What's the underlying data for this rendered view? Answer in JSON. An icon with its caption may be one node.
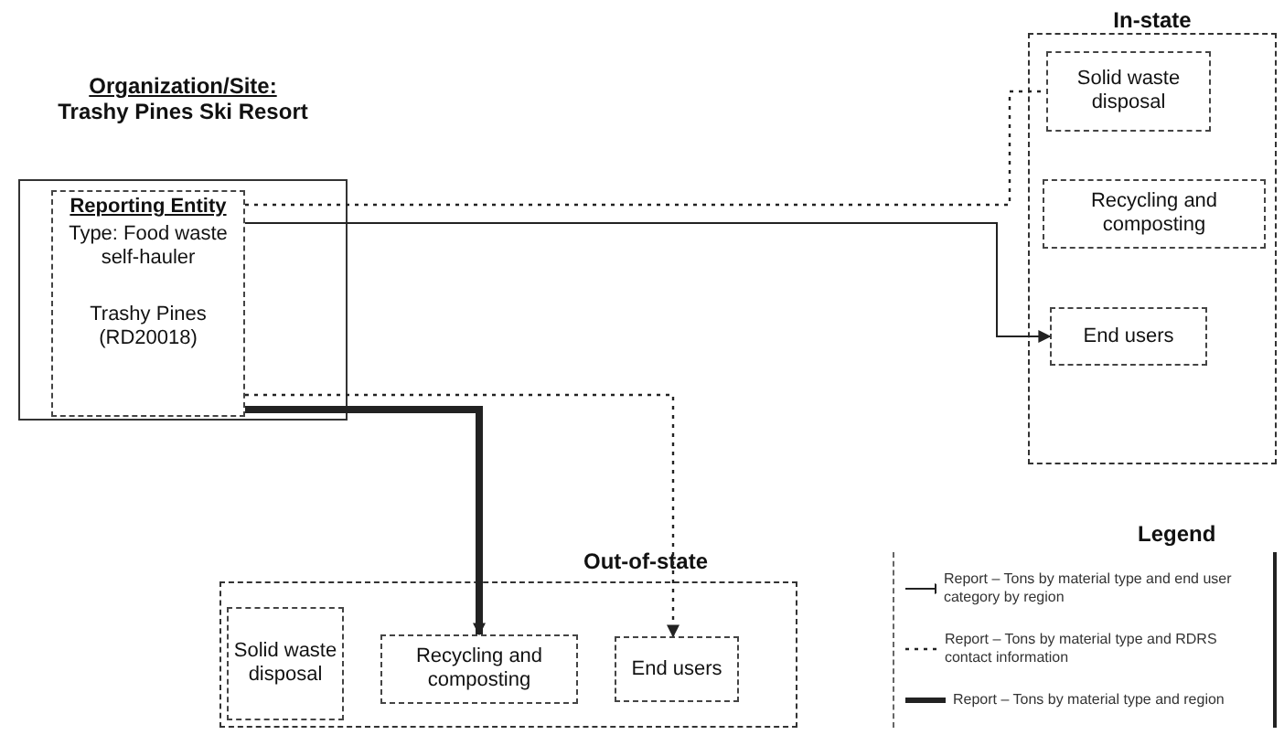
{
  "diagram": {
    "nodes": [
      {
        "text": [
          "Organization/Site:",
          "Trashy Pines Ski Resort"
        ]
      },
      {
        "text": [
          "Reporting Entity",
          "Type: Food waste self-hauler",
          "Trashy Pines (RD20018)"
        ],
        "in": 0
      },
      {
        "text": [
          "In-state"
        ]
      },
      {
        "text": [
          "Solid waste disposal"
        ],
        "in": 2
      },
      {
        "text": [
          "Recycling and composting"
        ],
        "in": 2
      },
      {
        "text": [
          "End users"
        ],
        "in": 2
      },
      {
        "text": [
          "Out-of-state"
        ]
      },
      {
        "text": [
          "Solid waste disposal"
        ],
        "in": 6
      },
      {
        "text": [
          "Recycling and composting"
        ],
        "in": 6
      },
      {
        "text": [
          "End users"
        ],
        "in": 6
      }
    ],
    "edges": [
      {
        "from": 1,
        "to": 3,
        "arrow": "none",
        "style": "dashed"
      },
      {
        "from": 1,
        "to": 5,
        "arrow": "to"
      },
      {
        "from": 1,
        "to": 8,
        "arrow": "to",
        "style": "thick"
      },
      {
        "from": 1,
        "to": 9,
        "arrow": "to",
        "style": "dashed"
      }
    ],
    "labels": [
      "Legend"
    ],
    "legend": [
      {
        "text": "Report – Tons by material type and end user category by region"
      },
      {
        "text": "Report – Tons by material type and RDRS contact information"
      },
      {
        "text": "Report – Tons by material type and region"
      }
    ]
  }
}
